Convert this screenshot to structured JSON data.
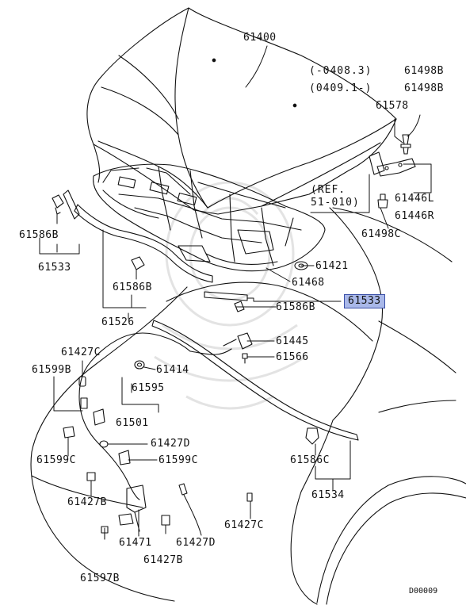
{
  "diagram": {
    "doc_code": "D00009",
    "notes": {
      "range_a": "(-0408.3)",
      "range_b": "(0409.1-)",
      "ref_line1": "(REF.",
      "ref_line2": "51-010)"
    },
    "labels": {
      "p61400": "61400",
      "p61498b": "61498B",
      "p61498b2": "61498B",
      "p61578": "61578",
      "p61446l": "61446L",
      "p61446r": "61446R",
      "p61498c": "61498C",
      "p61586b_a": "61586B",
      "p61533_a": "61533",
      "p61421": "61421",
      "p61468": "61468",
      "p61586b_b": "61586B",
      "p61586b_c": "61586B",
      "p61533_b": "61533",
      "p61526": "61526",
      "p61445": "61445",
      "p61566": "61566",
      "p61427c_a": "61427C",
      "p61599b": "61599B",
      "p61414": "61414",
      "p61595": "61595",
      "p61501": "61501",
      "p61427d_a": "61427D",
      "p61599c_a": "61599C",
      "p61599c_b": "61599C",
      "p61586c": "61586C",
      "p61427b_a": "61427B",
      "p61534": "61534",
      "p61471": "61471",
      "p61427d_b": "61427D",
      "p61427c_b": "61427C",
      "p61427b_b": "61427B",
      "p61597b": "61597B"
    }
  }
}
